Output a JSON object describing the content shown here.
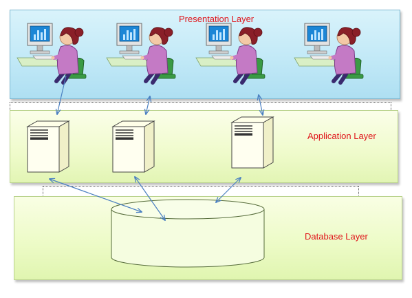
{
  "layers": {
    "presentation": {
      "title": "Presentation Layer"
    },
    "application": {
      "title": "Application Layer"
    },
    "database": {
      "title": "Database Layer"
    }
  },
  "colors": {
    "title_text": "#e0151b",
    "arrow": "#4a7fc1",
    "presentation_fill": "#c2e9f7",
    "application_fill": "#effbcb",
    "database_fill": "#ecfbc5"
  },
  "icons": {
    "user": "user-at-computer-icon",
    "server": "server-tower-icon",
    "database": "database-cylinder-icon"
  }
}
